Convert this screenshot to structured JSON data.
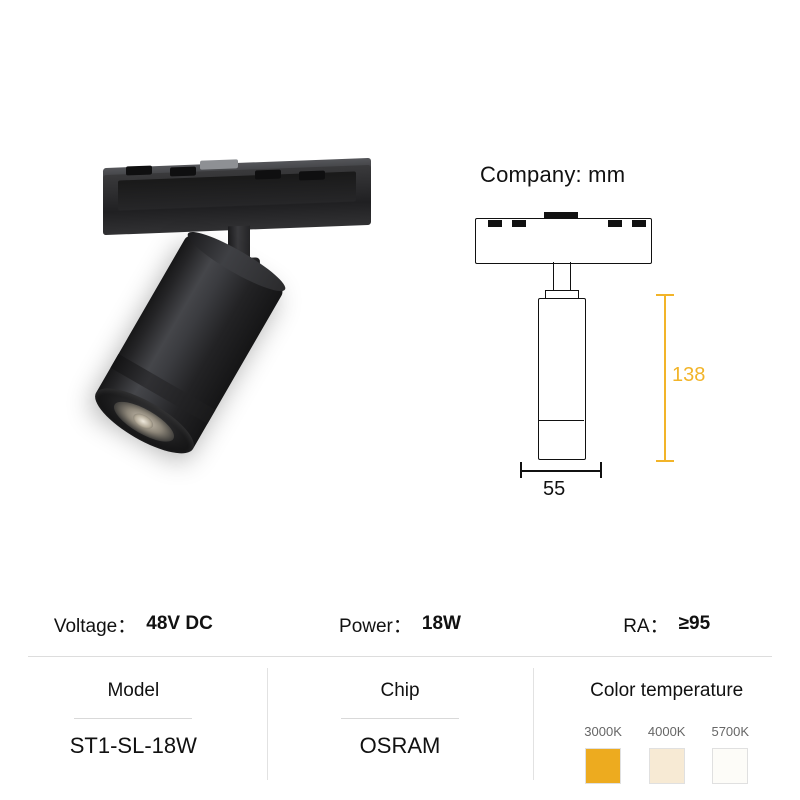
{
  "product_photo": {
    "alt_name": "black-track-spotlight-photo"
  },
  "diagram": {
    "title": "Company: mm",
    "height_value": "138",
    "width_value": "55",
    "height_color": "#f2b429",
    "width_color": "#111111"
  },
  "specs": [
    {
      "key": "Voltage：",
      "value": "48V DC",
      "name": "voltage"
    },
    {
      "key": "Power：",
      "value": "18W",
      "name": "power"
    },
    {
      "key": "RA：",
      "value": "≥95",
      "name": "ra"
    }
  ],
  "cards": {
    "model": {
      "title": "Model",
      "value": "ST1-SL-18W"
    },
    "chip": {
      "title": "Chip",
      "value": "OSRAM"
    },
    "color_temperature": {
      "title": "Color temperature",
      "options": [
        {
          "label": "3000K",
          "color": "#edab1f"
        },
        {
          "label": "4000K",
          "color": "#f7ead4"
        },
        {
          "label": "5700K",
          "color": "#fdfcf8"
        }
      ]
    }
  }
}
